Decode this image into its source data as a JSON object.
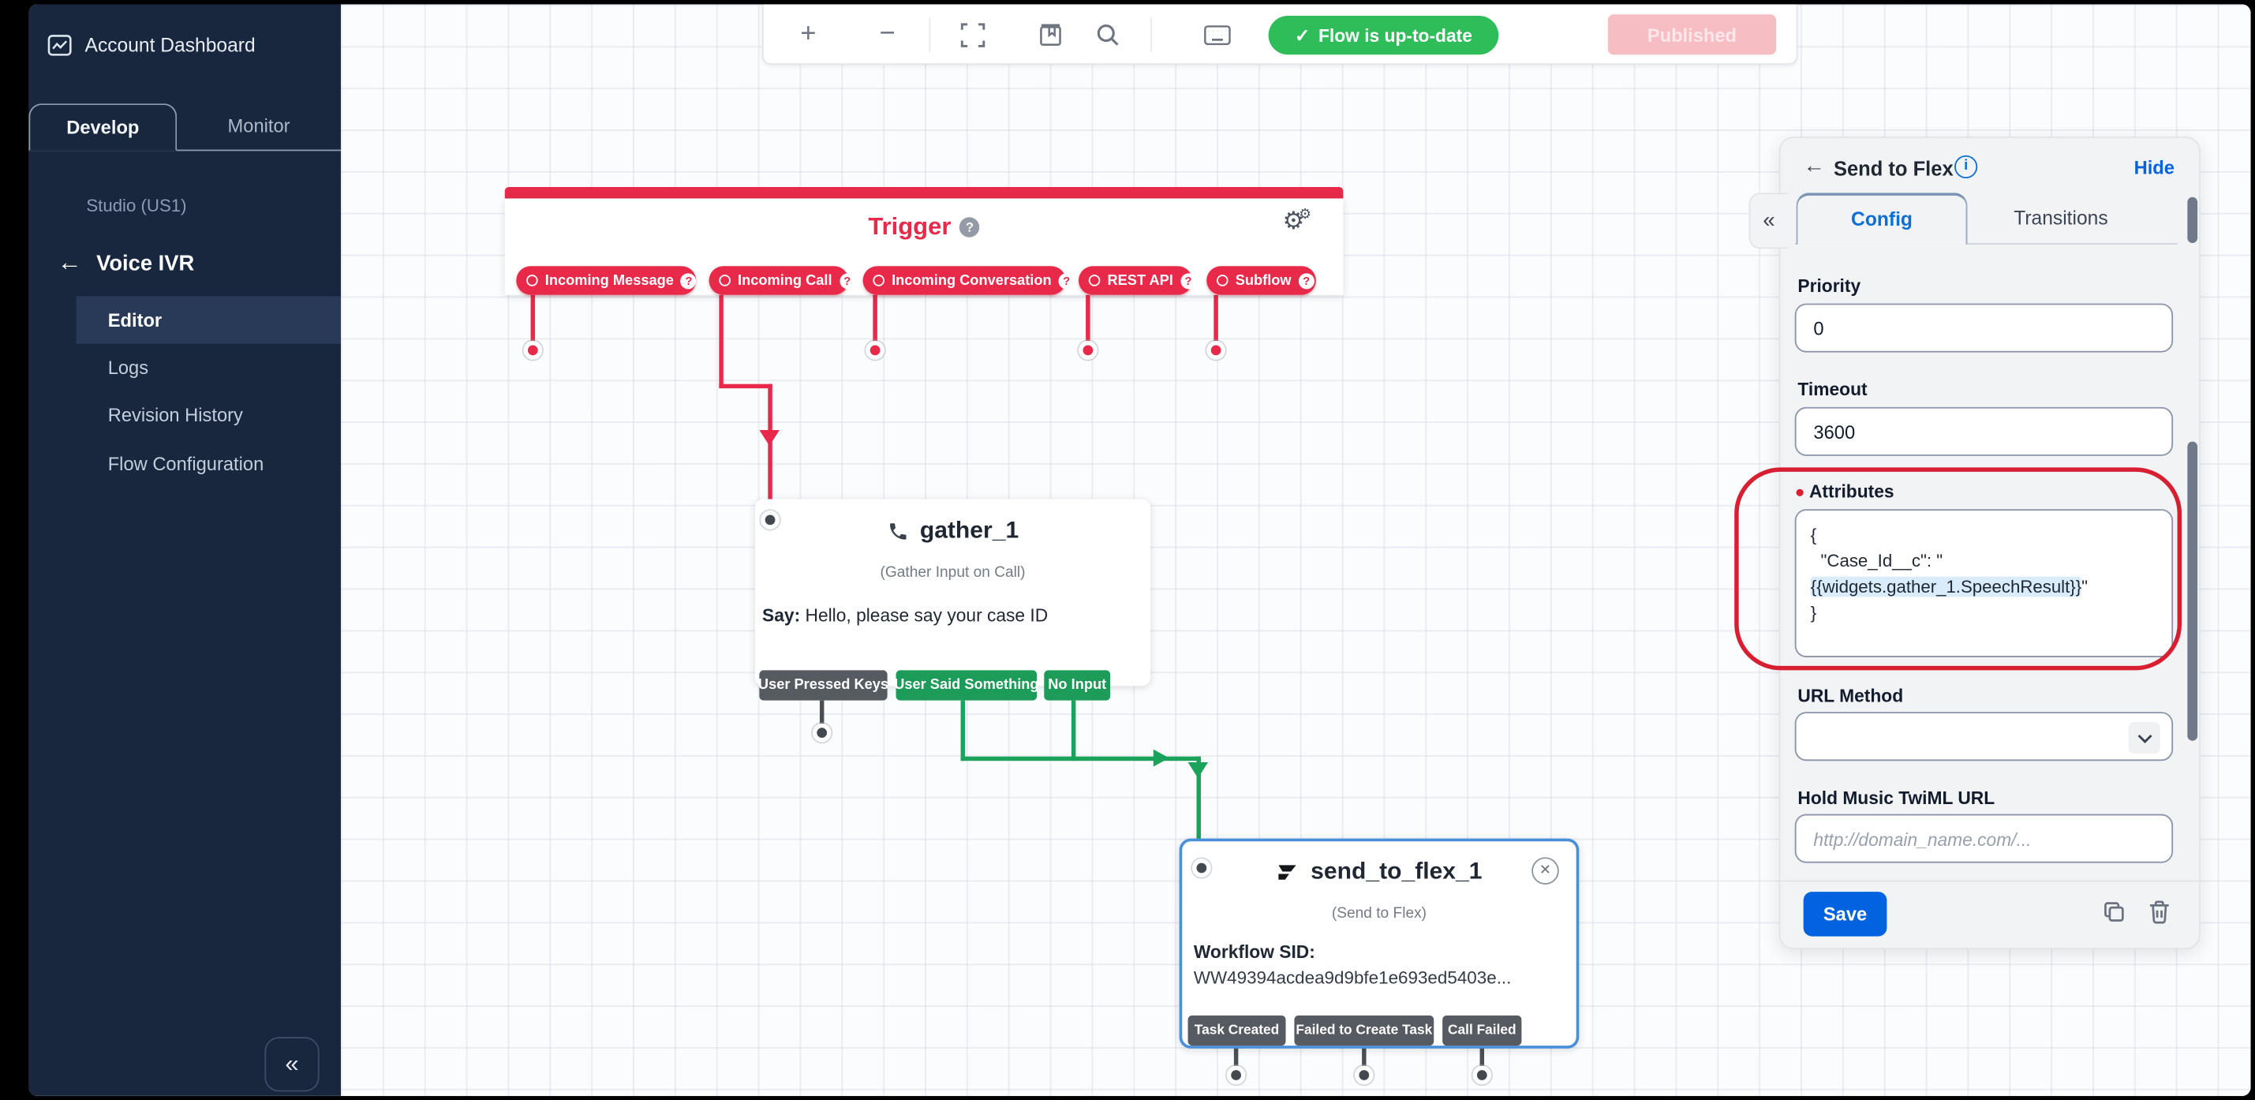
{
  "glyphs": {
    "back": "←",
    "collapse": "«",
    "check": "✓",
    "qmark": "?",
    "gear": "⚙",
    "close": "✕",
    "plus": "+",
    "minus": "−"
  },
  "sidebar": {
    "account_dashboard": "Account Dashboard",
    "tabs": [
      {
        "label": "Develop"
      },
      {
        "label": "Monitor"
      }
    ],
    "context": "Studio (US1)",
    "flow_name": "Voice IVR",
    "items": [
      {
        "label": "Editor"
      },
      {
        "label": "Logs"
      },
      {
        "label": "Revision History"
      },
      {
        "label": "Flow Configuration"
      }
    ]
  },
  "toolbar": {
    "status_badge": "Flow is up-to-date",
    "published_button": "Published"
  },
  "canvas": {
    "trigger": {
      "title": "Trigger",
      "events": [
        {
          "label": "Incoming Message"
        },
        {
          "label": "Incoming Call"
        },
        {
          "label": "Incoming Conversation"
        },
        {
          "label": "REST API"
        },
        {
          "label": "Subflow"
        }
      ]
    },
    "gather": {
      "name": "gather_1",
      "type_label": "(Gather Input on Call)",
      "say_label": "Say:",
      "say_text": " Hello, please say your case ID",
      "outputs": [
        {
          "label": "User Pressed Keys"
        },
        {
          "label": "User Said Something"
        },
        {
          "label": "No Input"
        }
      ]
    },
    "send_to_flex": {
      "name": "send_to_flex_1",
      "type_label": "(Send to Flex)",
      "workflow_label": "Workflow SID:",
      "workflow_sid": "WW49394acdea9d9bfe1e693ed5403e...",
      "outputs": [
        {
          "label": "Task Created"
        },
        {
          "label": "Failed to Create Task"
        },
        {
          "label": "Call Failed"
        }
      ]
    }
  },
  "panel": {
    "title": "Send to Flex",
    "hide_link": "Hide",
    "tabs": [
      {
        "label": "Config"
      },
      {
        "label": "Transitions"
      }
    ],
    "priority": {
      "label": "Priority",
      "value": "0"
    },
    "timeout": {
      "label": "Timeout",
      "value": "3600"
    },
    "attributes": {
      "label": "Attributes",
      "line1": "{",
      "line2": "\"Case_Id__c\": \"",
      "line3_highlight": "{{widgets.gather_1.SpeechResult}}",
      "line3_suffix": "\"",
      "line4": "}"
    },
    "url_method": {
      "label": "URL Method"
    },
    "hold_music": {
      "label": "Hold Music TwiML URL",
      "placeholder": "http://domain_name.com/..."
    },
    "save_button": "Save"
  },
  "colors": {
    "red": "#e8294a",
    "green_badge": "#2ebd59",
    "green_widget": "#1d9b58",
    "dark_pill": "#565b61",
    "blue": "#0263e0",
    "selection_blue": "#4a8fd9",
    "sidebar_navy": "#18263e",
    "panel_bg": "#f2f3f5",
    "published_pink": "#f6bdc3",
    "annotation_red": "#d81f31"
  }
}
